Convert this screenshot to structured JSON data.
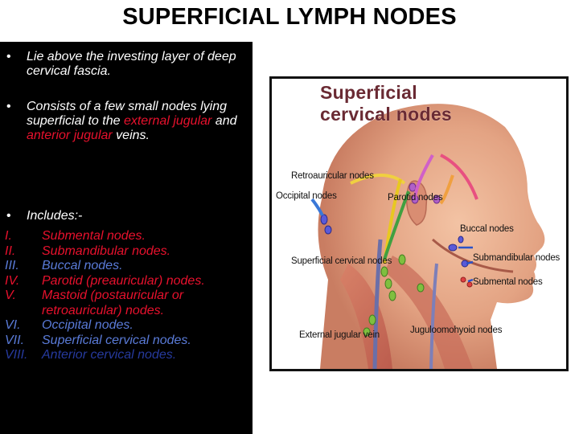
{
  "slide": {
    "title": "SUPERFICIAL LYMPH NODES",
    "bullets": [
      {
        "symbol": "•",
        "parts": [
          {
            "text": "Lie above the investing layer of deep cervical fascia."
          }
        ]
      },
      {
        "symbol": "•",
        "parts": [
          {
            "text": "Consists of a few small nodes lying superficial to the "
          },
          {
            "text": "external jugular",
            "highlight": true
          },
          {
            "text": " and "
          },
          {
            "text": "anterior jugular",
            "highlight": true
          },
          {
            "text": " veins."
          }
        ]
      },
      {
        "symbol": "•",
        "parts": [
          {
            "text": "Includes:-"
          }
        ]
      }
    ],
    "list": [
      {
        "num": "I.",
        "text": "Submental nodes.",
        "color": "#e8112d"
      },
      {
        "num": "II.",
        "text": "Submandibular nodes.",
        "color": "#e8112d"
      },
      {
        "num": "III.",
        "text": "Buccal nodes.",
        "color": "#5a7bd8"
      },
      {
        "num": "IV.",
        "text": "Parotid (preauricular) nodes.",
        "color": "#e8112d"
      },
      {
        "num": "V.",
        "text": "Mastoid (postauricular or retroauricular) nodes.",
        "color": "#e8112d"
      },
      {
        "num": "VI.",
        "text": "Occipital nodes.",
        "color": "#5a7bd8"
      },
      {
        "num": "VII.",
        "text": "Superficial cervical nodes.",
        "color": "#5a7bd8"
      },
      {
        "num": "VIII.",
        "text": "Anterior cervical nodes.",
        "color": "#263a9e"
      }
    ]
  },
  "figure": {
    "title_line1": "Superficial",
    "title_line2": "cervical nodes",
    "labels": {
      "retroauricular": "Retroauricular nodes",
      "occipital": "Occipital nodes",
      "parotid": "Parotid nodes",
      "buccal": "Buccal nodes",
      "superficial_cervical": "Superficial cervical nodes",
      "submandibular": "Submandibular nodes",
      "submental": "Submental nodes",
      "external_jugular": "External jugular vein",
      "jugulo_omohyoid": "Juguloomohyoid nodes"
    }
  }
}
